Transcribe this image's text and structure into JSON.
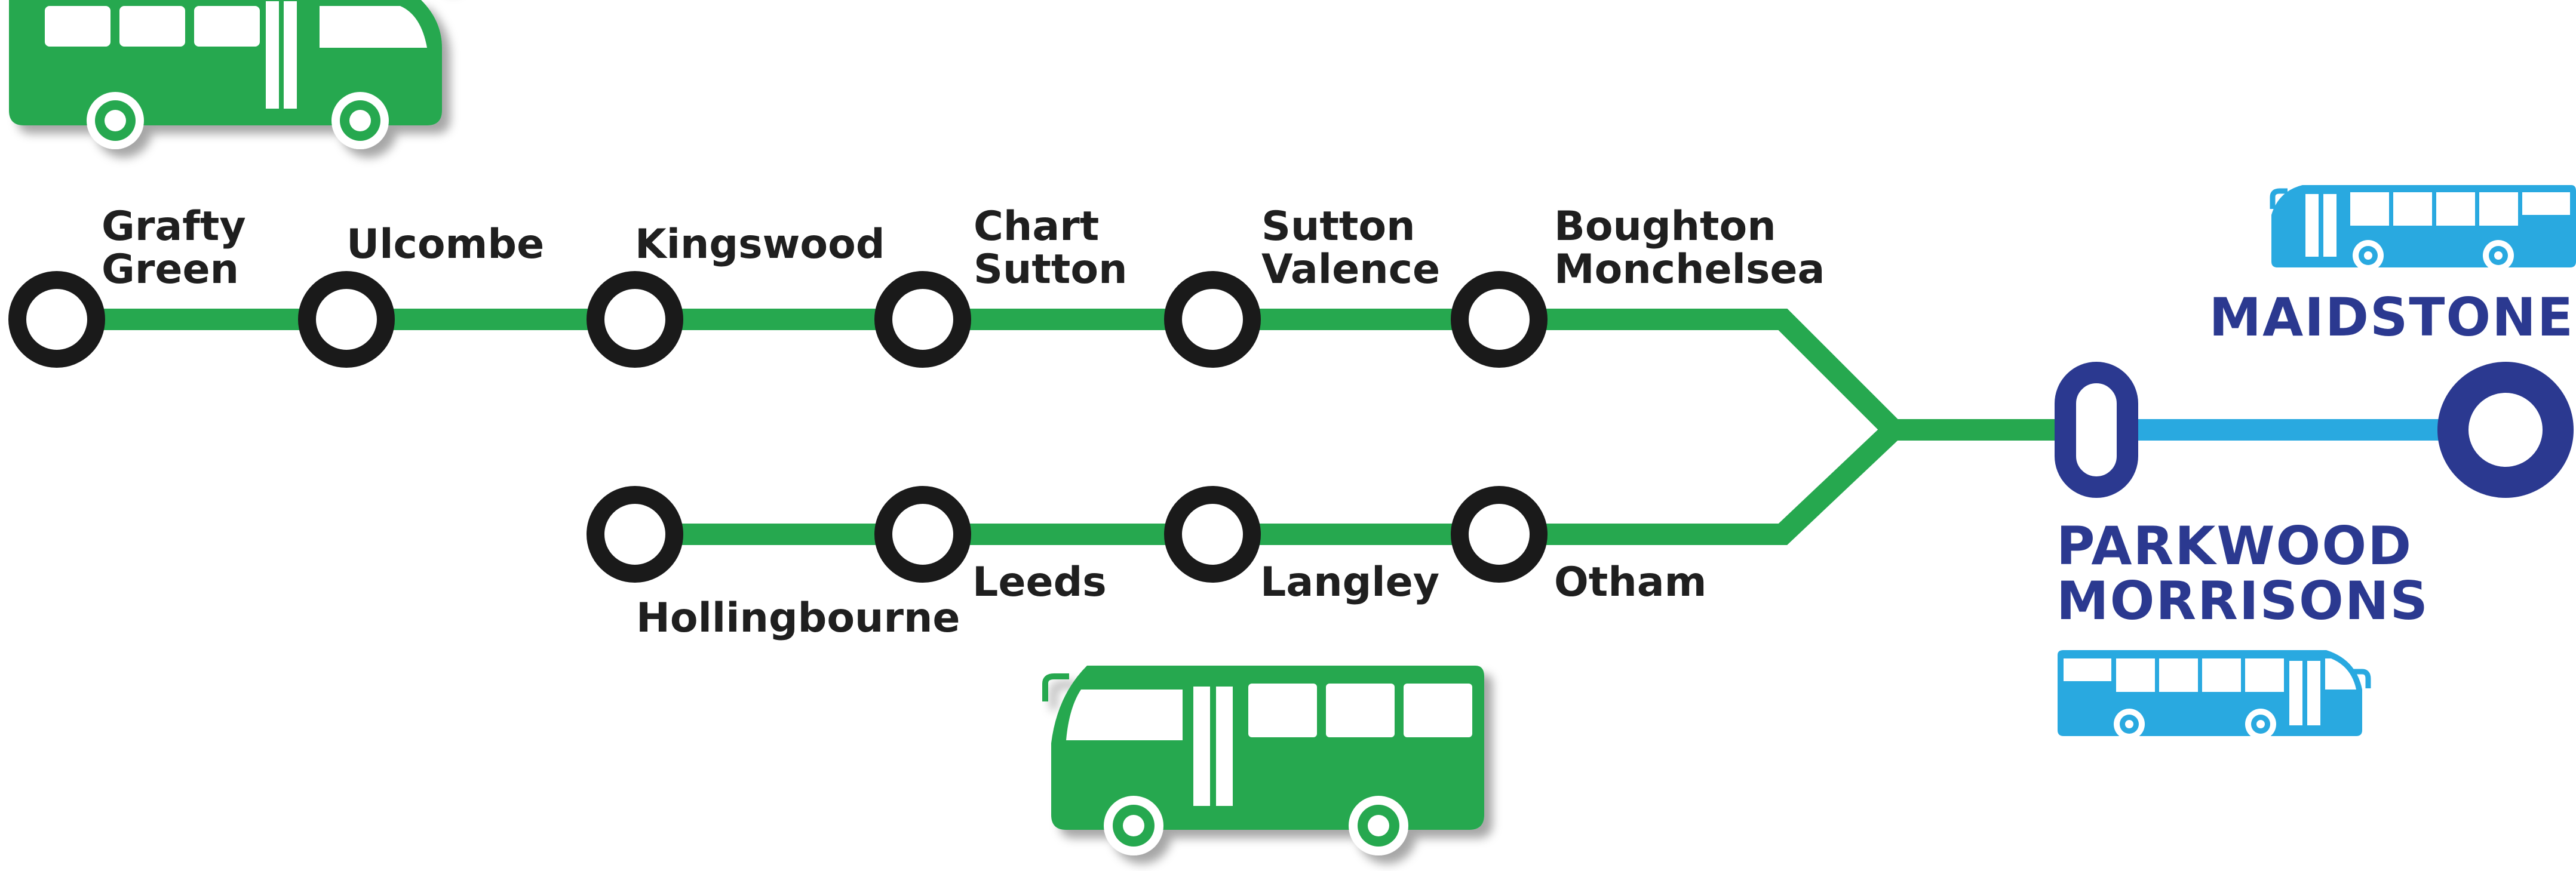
{
  "colors": {
    "rural_line": "#26a84f",
    "town_line": "#29a9e0",
    "hub": "#2b3990",
    "stop_ring": "#1a1a1a",
    "label": "#1f1f1f",
    "green_bus": "#26a84f",
    "blue_bus": "#29a9e0"
  },
  "upper_branch": {
    "stops": [
      {
        "id": "grafty-green",
        "lines": [
          "Grafty",
          "Green"
        ]
      },
      {
        "id": "ulcombe",
        "lines": [
          "Ulcombe"
        ]
      },
      {
        "id": "kingswood",
        "lines": [
          "Kingswood"
        ]
      },
      {
        "id": "chart-sutton",
        "lines": [
          "Chart",
          "Sutton"
        ]
      },
      {
        "id": "sutton-valence",
        "lines": [
          "Sutton",
          "Valence"
        ]
      },
      {
        "id": "boughton-monchelsea",
        "lines": [
          "Boughton",
          "Monchelsea"
        ]
      }
    ]
  },
  "lower_branch": {
    "stops": [
      {
        "id": "hollingbourne",
        "lines": [
          "Hollingbourne"
        ]
      },
      {
        "id": "leeds",
        "lines": [
          "Leeds"
        ]
      },
      {
        "id": "langley",
        "lines": [
          "Langley"
        ]
      },
      {
        "id": "otham",
        "lines": [
          "Otham"
        ]
      }
    ]
  },
  "hubs": {
    "parkwood": {
      "lines": [
        "PARKWOOD",
        "MORRISONS"
      ]
    },
    "maidstone": {
      "lines": [
        "MAIDSTONE"
      ]
    }
  },
  "icons": {
    "green_bus": "minibus-icon",
    "blue_bus": "bus-icon"
  }
}
